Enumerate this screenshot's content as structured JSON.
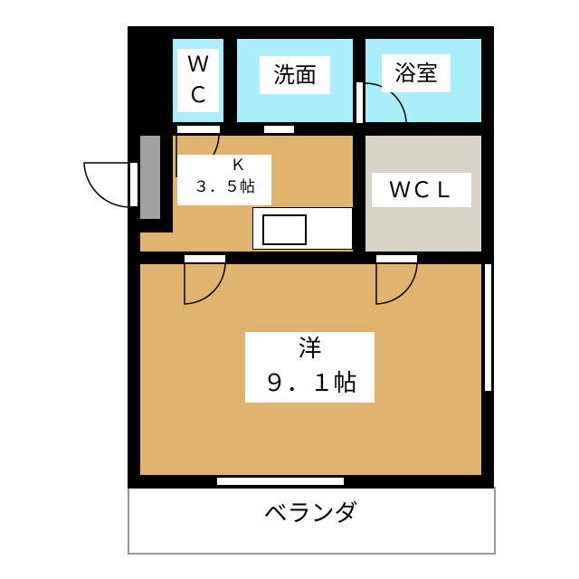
{
  "rooms": {
    "wc": "Ｗ\nＣ",
    "washroom": "洗面",
    "bath": "浴室",
    "kitchen_name": "Ｋ",
    "kitchen_size": "３．５帖",
    "closet": "ＷＣＬ",
    "western_name": "洋",
    "western_size": "９．１帖",
    "balcony": "ベランダ"
  },
  "colors": {
    "wet": "#aaeefc",
    "floor": "#e0b46e",
    "closet": "#d6d4c6",
    "wall": "#000000"
  }
}
